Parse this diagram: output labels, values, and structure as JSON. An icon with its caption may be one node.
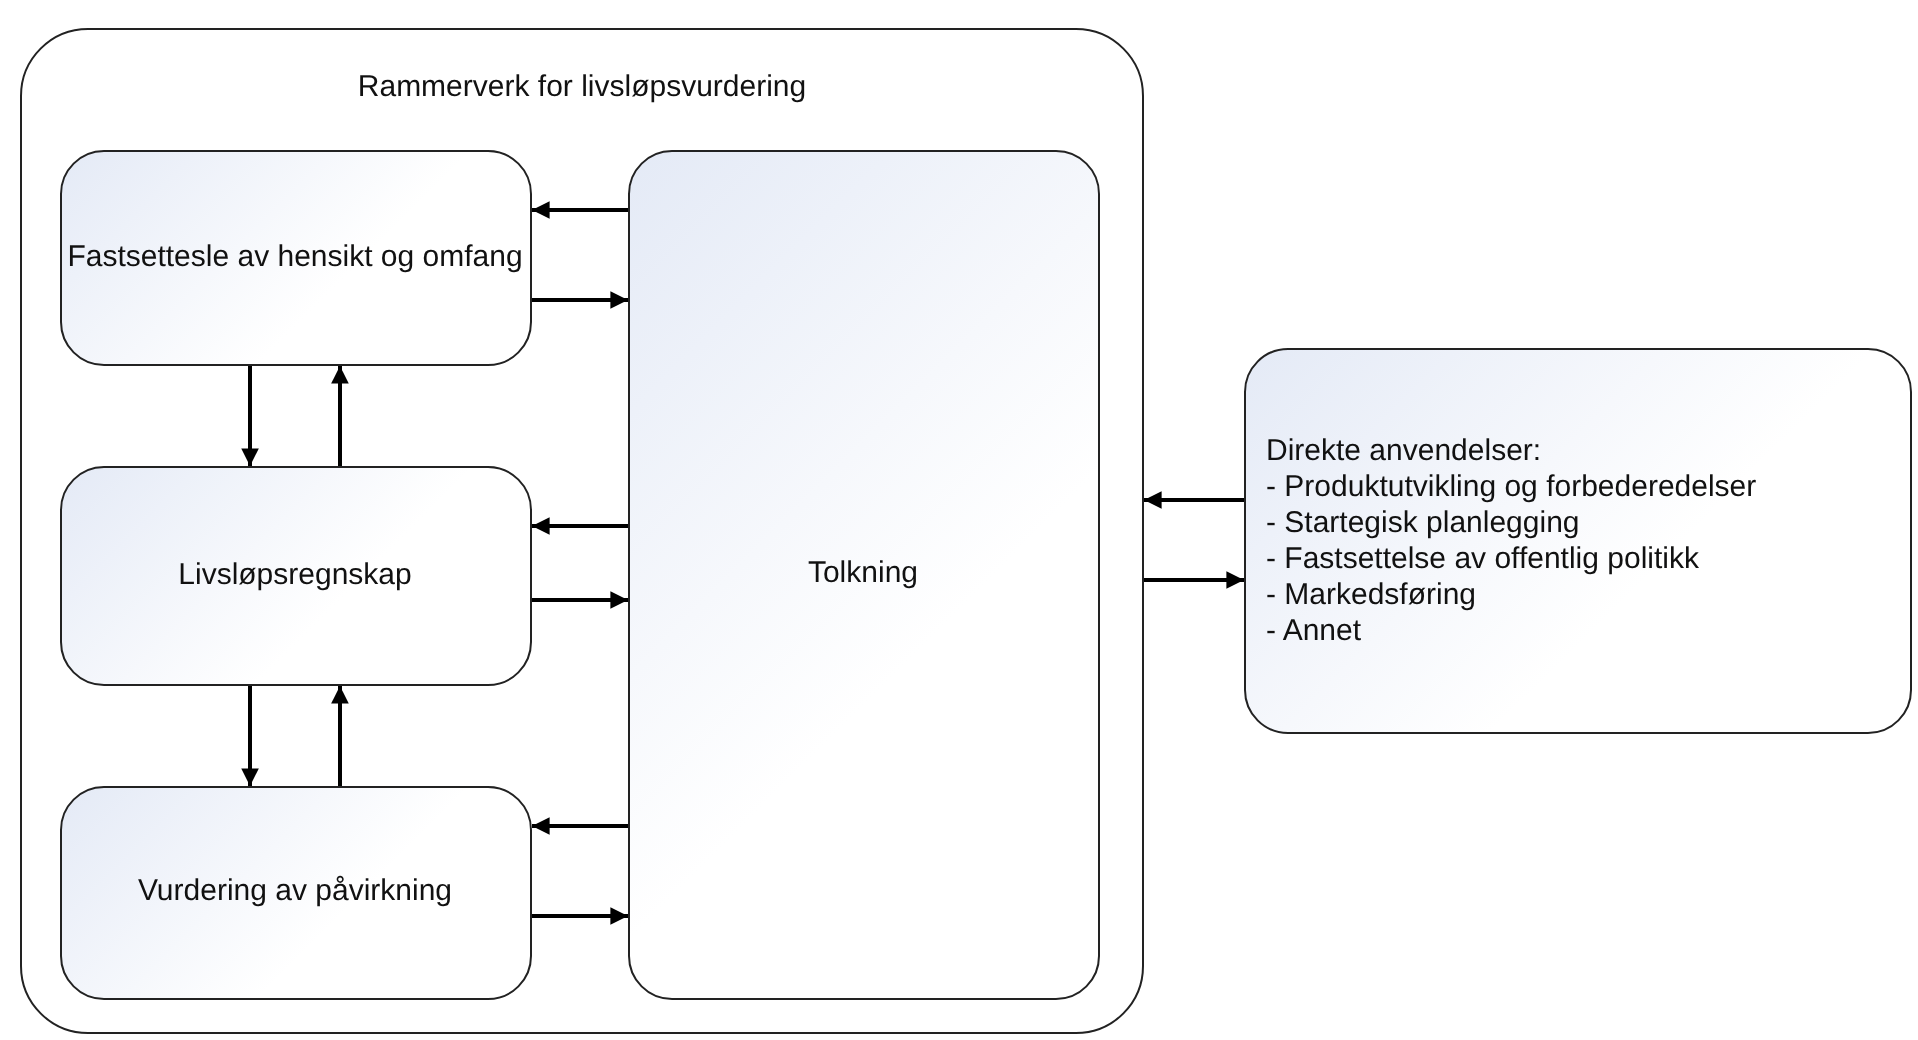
{
  "diagram": {
    "nodes": [
      {
        "text": [
          "Rammerverk for livsløpsvurdering"
        ]
      },
      {
        "text": [
          "Fastsettesle av hensikt og omfang"
        ],
        "in": 0
      },
      {
        "text": [
          "Livsløpsregnskap"
        ],
        "in": 0
      },
      {
        "text": [
          "Vurdering av påvirkning"
        ],
        "in": 0
      },
      {
        "text": [
          "Tolkning"
        ],
        "in": 0
      },
      {
        "text": [
          "Direkte anvendelser:",
          "- Produktutvikling og forbederedelser",
          "- Startegisk planlegging",
          "- Fastsettelse av offentlig politikk",
          "- Markedsføring",
          "- Annet"
        ]
      }
    ],
    "edges": [
      {
        "from": 4,
        "to": 1,
        "arrow": "to"
      },
      {
        "from": 1,
        "to": 4,
        "arrow": "to"
      },
      {
        "from": 4,
        "to": 2,
        "arrow": "to"
      },
      {
        "from": 2,
        "to": 4,
        "arrow": "to"
      },
      {
        "from": 4,
        "to": 3,
        "arrow": "to"
      },
      {
        "from": 3,
        "to": 4,
        "arrow": "to"
      },
      {
        "from": 1,
        "to": 2,
        "arrow": "to"
      },
      {
        "from": 2,
        "to": 1,
        "arrow": "to"
      },
      {
        "from": 2,
        "to": 3,
        "arrow": "to"
      },
      {
        "from": 3,
        "to": 2,
        "arrow": "to"
      },
      {
        "from": 5,
        "to": 0,
        "arrow": "to"
      },
      {
        "from": 0,
        "to": 5,
        "arrow": "to"
      }
    ]
  }
}
